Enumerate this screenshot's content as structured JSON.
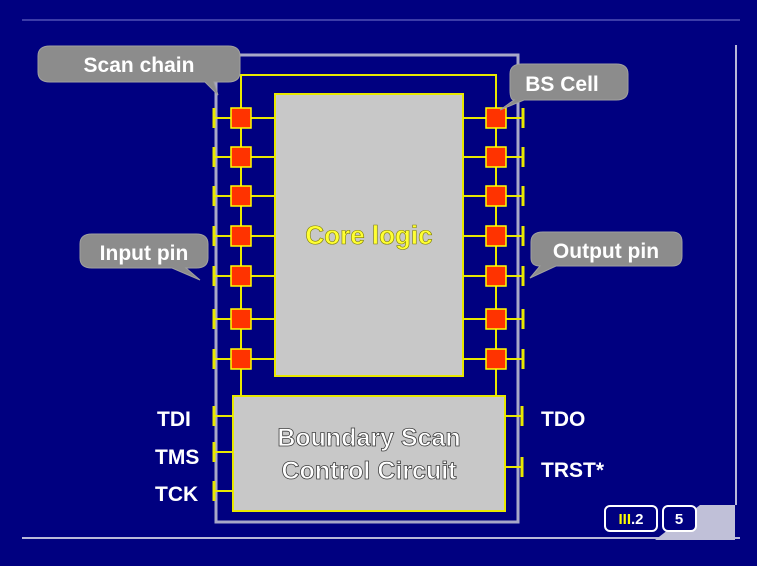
{
  "callouts": {
    "scan_chain": "Scan chain",
    "bs_cell": "BS Cell",
    "input_pin": "Input pin",
    "output_pin": "Output pin"
  },
  "core_logic_label": "Core logic",
  "control": {
    "line1": "Boundary Scan",
    "line2": "Control Circuit"
  },
  "signals": {
    "tdi": "TDI",
    "tms": "TMS",
    "tck": "TCK",
    "tdo": "TDO",
    "trst": "TRST*"
  },
  "footer": {
    "section": "III.2",
    "page": "5"
  },
  "colors": {
    "background": "#000080",
    "wire": "#e8e800",
    "bs_cell": "#ff3300",
    "core_fill": "#c8c8c8",
    "core_text": "#ffff33",
    "callout_fill": "#8c8c8c",
    "frame": "#a8a8c8",
    "label_text": "#ffffff"
  }
}
